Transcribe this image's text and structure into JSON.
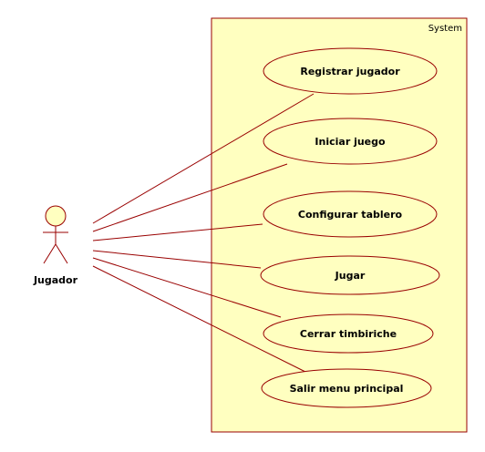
{
  "system": {
    "label": "System"
  },
  "actor": {
    "name": "Jugador"
  },
  "use_cases": [
    {
      "label": "Registrar jugador"
    },
    {
      "label": "Iniciar juego"
    },
    {
      "label": "Configurar tablero"
    },
    {
      "label": "Jugar"
    },
    {
      "label": "Cerrar timbiriche"
    },
    {
      "label": "Salir menu principal"
    }
  ],
  "colors": {
    "fill": "#ffffc0",
    "stroke": "#990000",
    "text": "#000000",
    "background": "#ffffff"
  }
}
